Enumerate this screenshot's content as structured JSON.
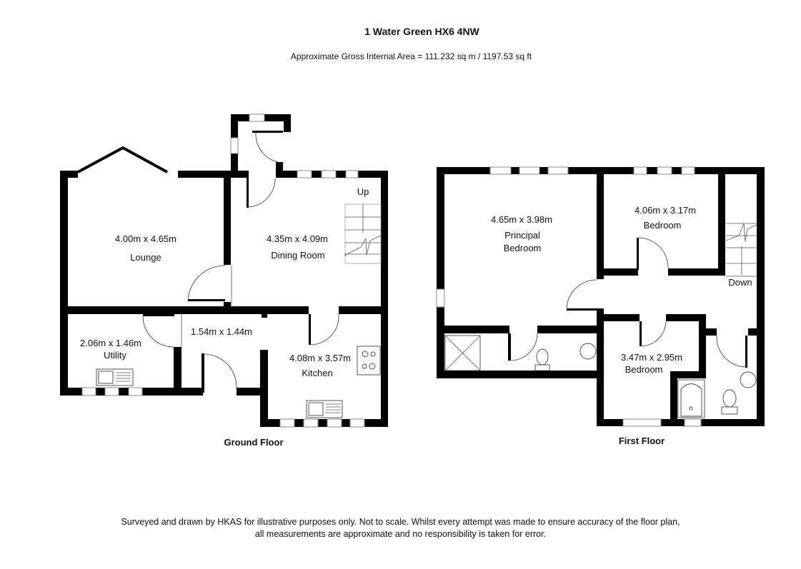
{
  "header": {
    "title": "1 Water Green HX6 4NW",
    "area": "Approximate Gross Internal Area = 111.232 sq m / 1197.53 sq ft"
  },
  "ground_floor": {
    "label": "Ground Floor",
    "stairs_label": "Up",
    "rooms": [
      {
        "dims": "4.00m x 4.65m",
        "name": "Lounge"
      },
      {
        "dims": "4.35m x 4.09m",
        "name": "Dining Room"
      },
      {
        "dims": "2.06m x 1.46m",
        "name": "Utility"
      },
      {
        "dims": "1.54m x 1.44m",
        "name": ""
      },
      {
        "dims": "4.08m x 3.57m",
        "name": "Kitchen"
      }
    ]
  },
  "first_floor": {
    "label": "First Floor",
    "stairs_label": "Down",
    "rooms": [
      {
        "dims": "4.65m x 3.98m",
        "name_line1": "Principal",
        "name_line2": "Bedroom"
      },
      {
        "dims": "4.06m x 3.17m",
        "name": "Bedroom"
      },
      {
        "dims": "3.47m x 2.95m",
        "name": "Bedroom"
      }
    ]
  },
  "footer": {
    "line1": "Surveyed and drawn by HKAS for illustrative purposes only. Not to scale. Whilst every attempt was made to ensure accuracy of the floor plan,",
    "line2": "all measurements are approximate and no responsibility is taken for error."
  }
}
